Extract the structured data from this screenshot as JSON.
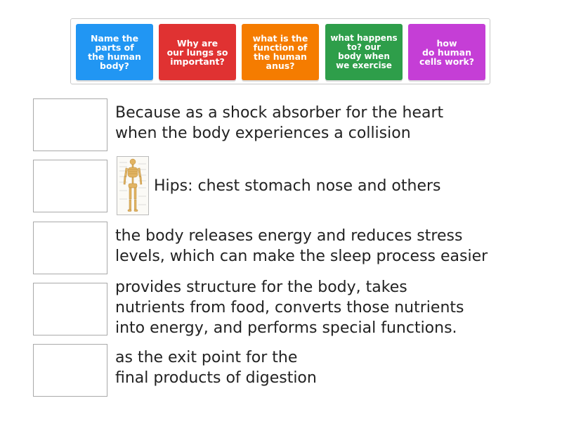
{
  "cards": [
    {
      "text": "Name the\nparts of\nthe human\nbody?",
      "color": "#2196f3"
    },
    {
      "text": "Why are\nour lungs so\nimportant?",
      "color": "#e03232"
    },
    {
      "text": "what is the\nfunction of\nthe human\nanus?",
      "color": "#f57c00"
    },
    {
      "text": "what happens\nto? our\nbody when\nwe exercise",
      "color": "#2e9e4a"
    },
    {
      "text": "how\ndo human\ncells work?",
      "color": "#c53ed6"
    }
  ],
  "rows": [
    {
      "answer": "Because as a shock absorber for the heart\nwhen the body experiences a collision"
    },
    {
      "answer": "Hips: chest stomach nose and others",
      "image_icon": "skeleton-diagram-icon"
    },
    {
      "answer": "the body releases energy and reduces stress\nlevels, which can make the sleep process easier"
    },
    {
      "answer": "provides structure for the body, takes\nnutrients from food, converts those nutrients\ninto energy, and performs special functions."
    },
    {
      "answer": "as the exit point for the\nfinal products of digestion"
    }
  ]
}
